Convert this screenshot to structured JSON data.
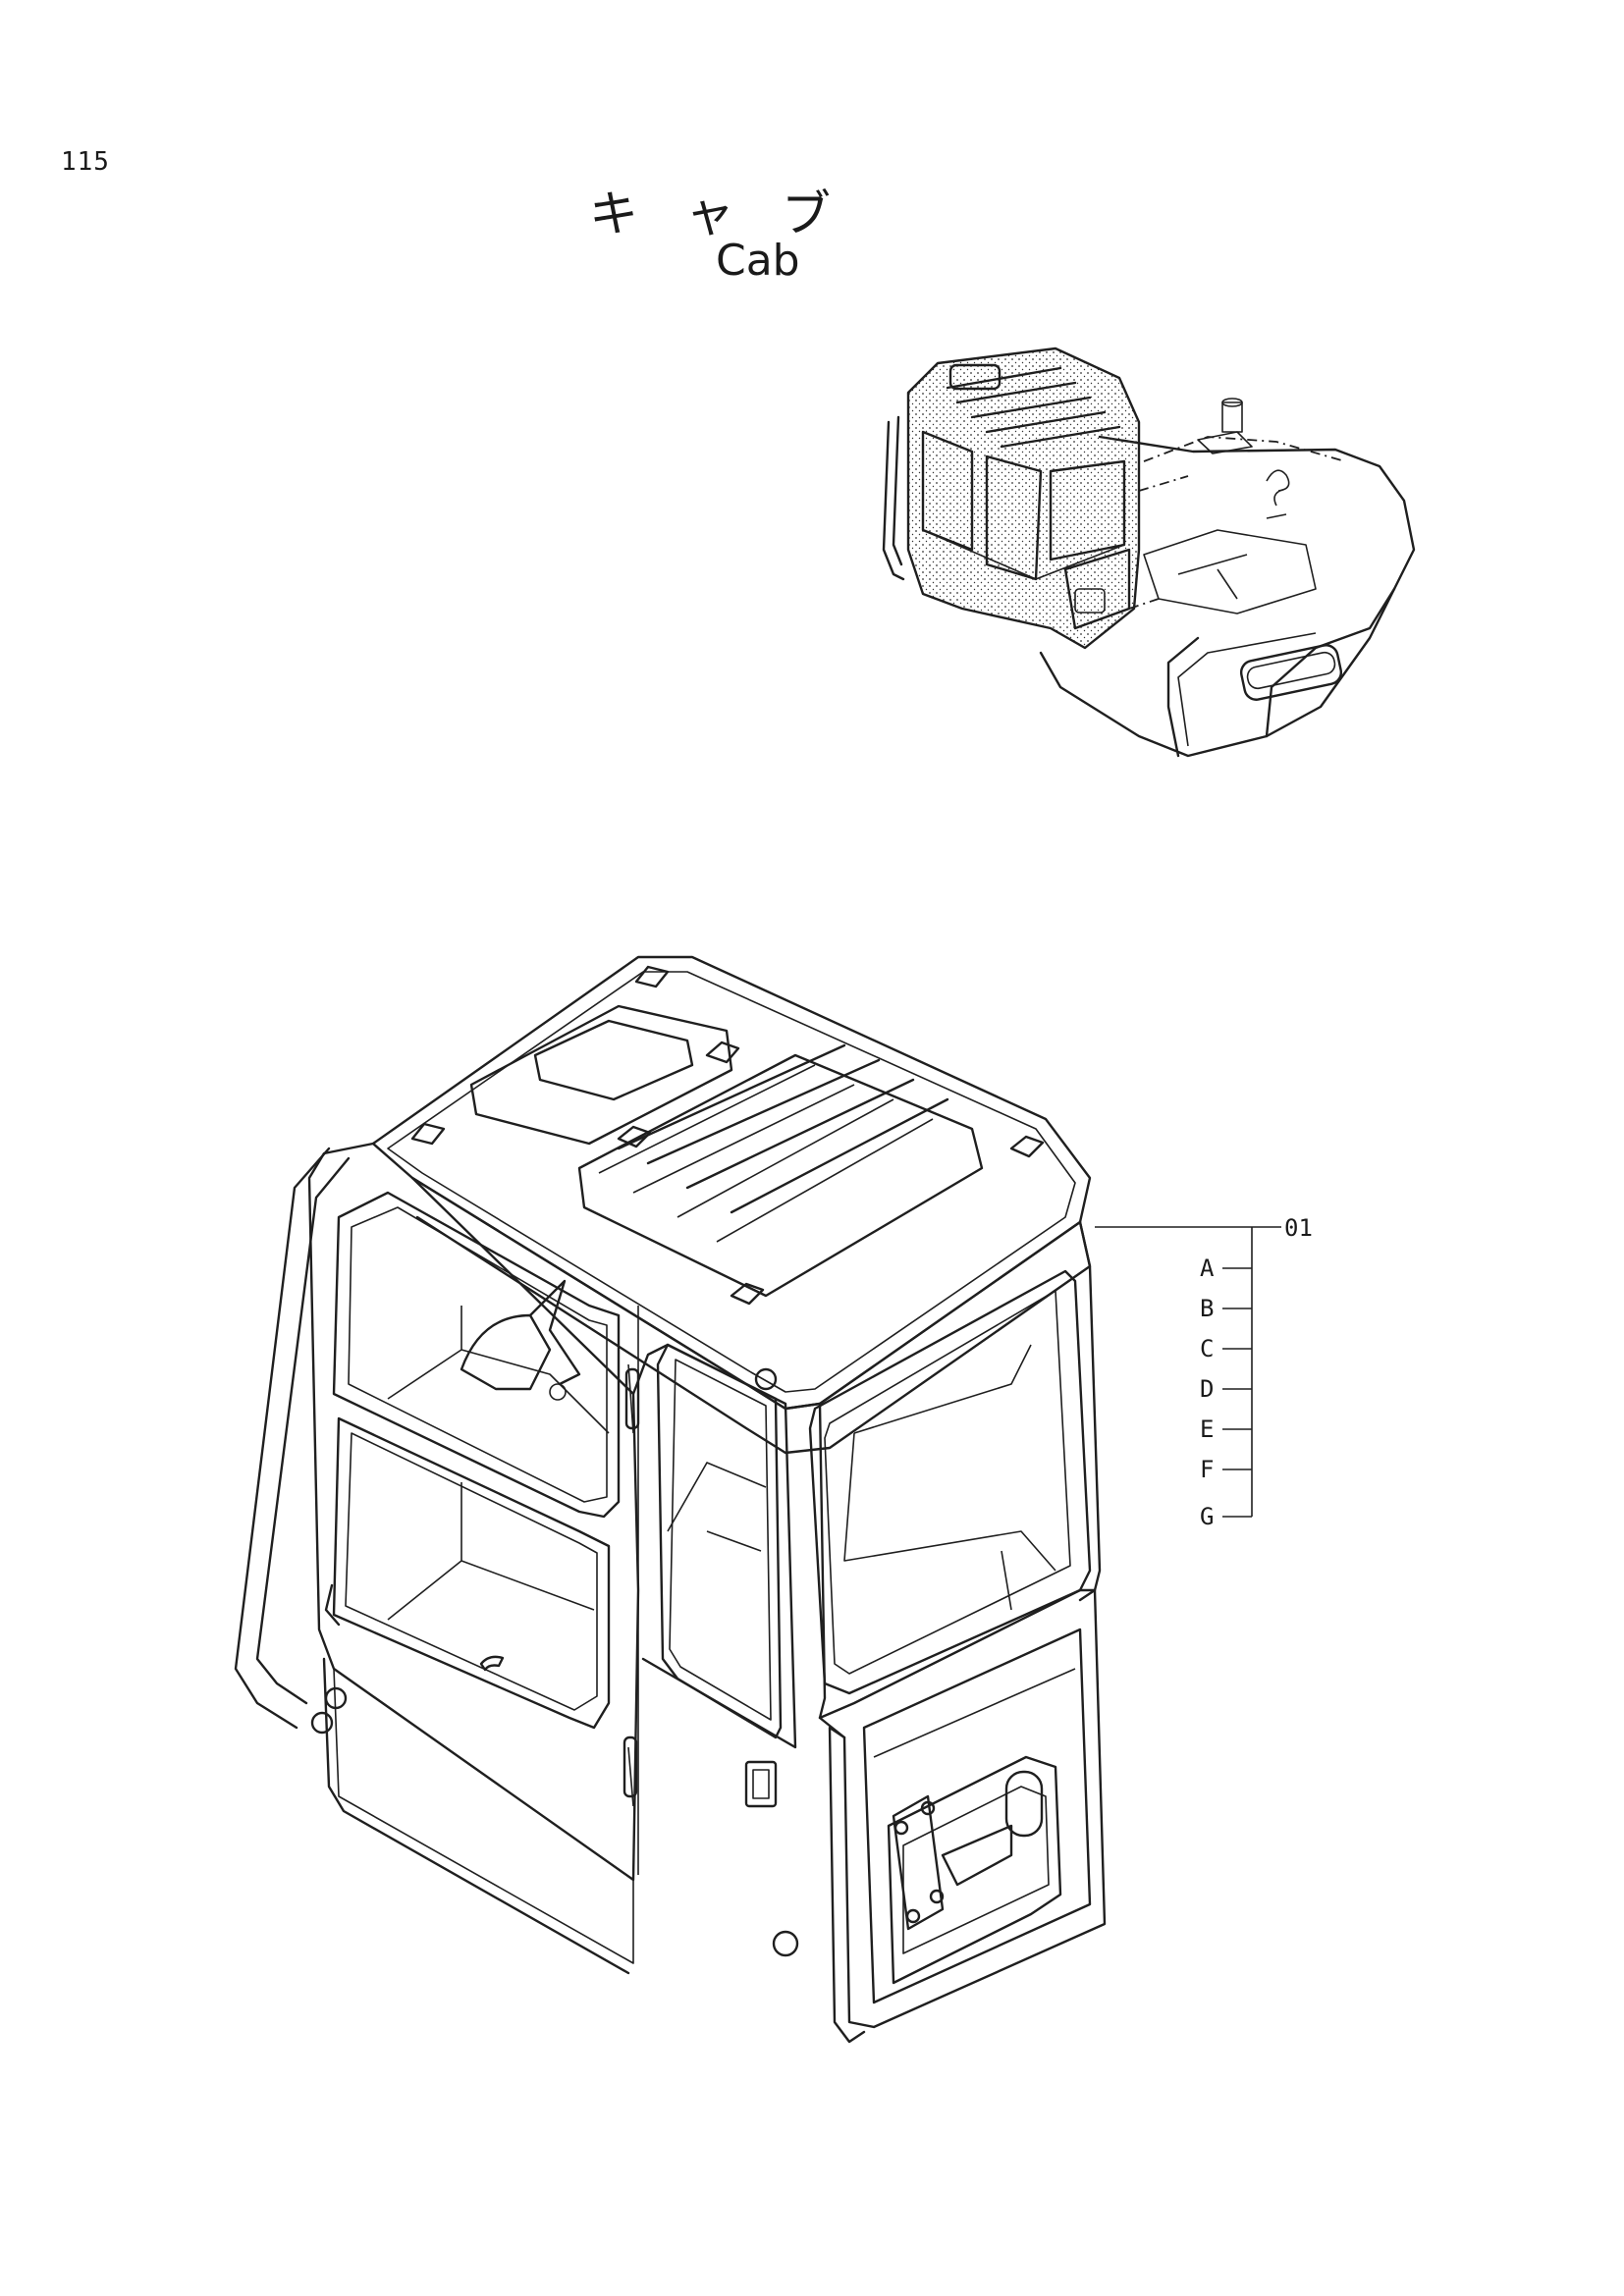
{
  "page": {
    "number": "115"
  },
  "title": {
    "japanese": "キャブ",
    "english": "Cab"
  },
  "callouts": {
    "main": "01",
    "sub": [
      "A",
      "B",
      "C",
      "D",
      "E",
      "F",
      "G"
    ]
  },
  "colors": {
    "ink": "#1f1f1f",
    "paper": "#ffffff"
  }
}
